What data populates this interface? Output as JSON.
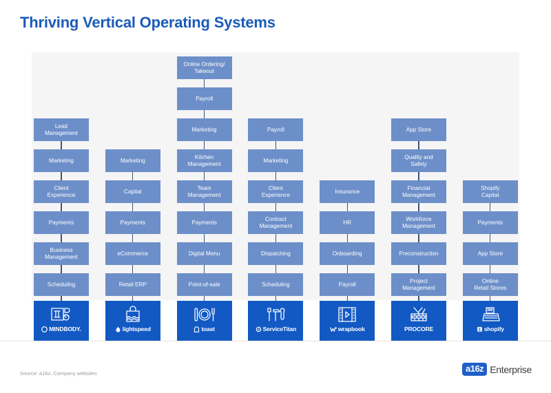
{
  "title": "Thriving Vertical Operating Systems",
  "source_note": "Source: a16z, Company websites",
  "brand": {
    "badge": "a16z",
    "word": "Enterprise"
  },
  "colors": {
    "title": "#1a5bb8",
    "cell": "#6d8fc9",
    "logo_card": "#1259c4",
    "row_band": "#f5f5f5",
    "connector": "#3f5573",
    "brand_badge": "#1f5fc8"
  },
  "chart_data": {
    "type": "table",
    "title": "Thriving Vertical Operating Systems",
    "columns": [
      "Mindbody",
      "Lightspeed",
      "Toast",
      "ServiceTitan",
      "Wrapbook",
      "Procore",
      "Shopify"
    ],
    "rows": [
      [
        "",
        "",
        "Online Ordering/ Takeout",
        "",
        "",
        "",
        ""
      ],
      [
        "",
        "",
        "Payroll",
        "",
        "",
        "",
        ""
      ],
      [
        "Lead Management",
        "",
        "Marketing",
        "Payroll",
        "",
        "App Store",
        ""
      ],
      [
        "Marketing",
        "Marketing",
        "Kitchen Management",
        "Marketing",
        "",
        "Quality and Safety",
        ""
      ],
      [
        "Client Experience",
        "Capital",
        "Team Management",
        "Client Experience",
        "Insurance",
        "Financial Management",
        "Shopify Capital"
      ],
      [
        "Payments",
        "Payments",
        "Payments",
        "Contract Management",
        "HR",
        "Workforce Management",
        "Payments"
      ],
      [
        "Business Management",
        "eCommerce",
        "Digital Menu",
        "Dispatching",
        "Onboarding",
        "Preconstruction",
        "App Store"
      ],
      [
        "Scheduling",
        "Retail ERP",
        "Point-of-sale",
        "Scheduling",
        "Payroll",
        "Project Management",
        "Online Retail Stores"
      ]
    ]
  },
  "grid": {
    "row_count": 8,
    "column_count": 7,
    "cells": [
      {
        "col": 2,
        "row": 0,
        "label": "Online Ordering/\nTakeout"
      },
      {
        "col": 2,
        "row": 1,
        "label": "Payroll"
      },
      {
        "col": 0,
        "row": 2,
        "label": "Lead\nManagement"
      },
      {
        "col": 2,
        "row": 2,
        "label": "Marketing"
      },
      {
        "col": 3,
        "row": 2,
        "label": "Payroll"
      },
      {
        "col": 5,
        "row": 2,
        "label": "App Store"
      },
      {
        "col": 0,
        "row": 3,
        "label": "Marketing"
      },
      {
        "col": 1,
        "row": 3,
        "label": "Marketing"
      },
      {
        "col": 2,
        "row": 3,
        "label": "Kitchen\nManagement"
      },
      {
        "col": 3,
        "row": 3,
        "label": "Marketing"
      },
      {
        "col": 5,
        "row": 3,
        "label": "Quality and\nSafety"
      },
      {
        "col": 0,
        "row": 4,
        "label": "Client\nExperience"
      },
      {
        "col": 1,
        "row": 4,
        "label": "Capital"
      },
      {
        "col": 2,
        "row": 4,
        "label": "Team\nManagement"
      },
      {
        "col": 3,
        "row": 4,
        "label": "Client\nExperience"
      },
      {
        "col": 4,
        "row": 4,
        "label": "Insurance"
      },
      {
        "col": 5,
        "row": 4,
        "label": "Financial\nManagement"
      },
      {
        "col": 6,
        "row": 4,
        "label": "Shopify\nCapital"
      },
      {
        "col": 0,
        "row": 5,
        "label": "Payments"
      },
      {
        "col": 1,
        "row": 5,
        "label": "Payments"
      },
      {
        "col": 2,
        "row": 5,
        "label": "Payments"
      },
      {
        "col": 3,
        "row": 5,
        "label": "Contract\nManagement"
      },
      {
        "col": 4,
        "row": 5,
        "label": "HR"
      },
      {
        "col": 5,
        "row": 5,
        "label": "Workforce\nManagement"
      },
      {
        "col": 6,
        "row": 5,
        "label": "Payments"
      },
      {
        "col": 0,
        "row": 6,
        "label": "Business\nManagement"
      },
      {
        "col": 1,
        "row": 6,
        "label": "eCommerce"
      },
      {
        "col": 2,
        "row": 6,
        "label": "Digital Menu"
      },
      {
        "col": 3,
        "row": 6,
        "label": "Dispatching"
      },
      {
        "col": 4,
        "row": 6,
        "label": "Onboarding"
      },
      {
        "col": 5,
        "row": 6,
        "label": "Preconstruction"
      },
      {
        "col": 6,
        "row": 6,
        "label": "App Store"
      },
      {
        "col": 0,
        "row": 7,
        "label": "Scheduling"
      },
      {
        "col": 1,
        "row": 7,
        "label": "Retail ERP"
      },
      {
        "col": 2,
        "row": 7,
        "label": "Point-of-sale"
      },
      {
        "col": 3,
        "row": 7,
        "label": "Scheduling"
      },
      {
        "col": 4,
        "row": 7,
        "label": "Payroll"
      },
      {
        "col": 5,
        "row": 7,
        "label": "Project\nManagement"
      },
      {
        "col": 6,
        "row": 7,
        "label": "Online\nRetail Stores"
      }
    ]
  },
  "logos": [
    {
      "col": 0,
      "name": "MINDBODY.",
      "icon": "massage-table-icon",
      "mark": "mindbody-circle"
    },
    {
      "col": 1,
      "name": "lightspeed",
      "icon": "shopping-bag-icon",
      "mark": "lightspeed-flame"
    },
    {
      "col": 2,
      "name": "toast",
      "icon": "plate-cutlery-icon",
      "mark": "toast-bread"
    },
    {
      "col": 3,
      "name": "ServiceTitan",
      "icon": "tools-icon",
      "mark": "servicetitan-gear"
    },
    {
      "col": 4,
      "name": "wrapbook",
      "icon": "film-strip-icon",
      "mark": "wrapbook-w"
    },
    {
      "col": 5,
      "name": "PROCORE",
      "icon": "construction-crane-icon",
      "mark": "none"
    },
    {
      "col": 6,
      "name": "shopify",
      "icon": "cash-register-icon",
      "mark": "shopify-bag"
    }
  ]
}
